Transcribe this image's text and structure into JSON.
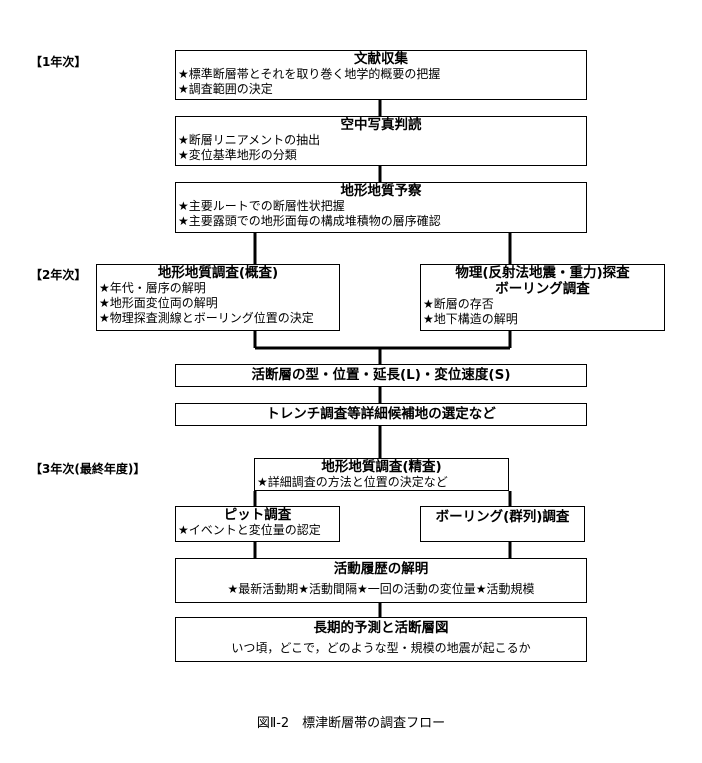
{
  "phases": {
    "year1": "【1年次】",
    "year2": "【2年次】",
    "year3": "【3年次(最終年度)】"
  },
  "boxes": {
    "literature": {
      "title": "文献収集",
      "lines": [
        "★標準断層帯とそれを取り巻く地学的概要の把握",
        "★調査範囲の決定"
      ]
    },
    "aerial": {
      "title": "空中写真判読",
      "lines": [
        "★断層リニアメントの抽出",
        "★変位基準地形の分類"
      ]
    },
    "recon": {
      "title": "地形地質予察",
      "lines": [
        "★主要ルートでの断層性状把握",
        "★主要露頭での地形面毎の構成堆積物の層序確認"
      ]
    },
    "survey_outline": {
      "title": "地形地質調査(概査)",
      "lines": [
        "★年代・層序の解明",
        "★地形面変位両の解明",
        "★物理探査測線とボーリング位置の決定"
      ]
    },
    "physical": {
      "title": "物理(反射法地震・重力)探査",
      "title2": "ボーリング調査",
      "lines": [
        "★断層の存否",
        "★地下構造の解明"
      ]
    },
    "active_fault": {
      "title": "活断層の型・位置・延長(L)・変位速度(S)"
    },
    "trench_select": {
      "title": "トレンチ調査等詳細候補地の選定など"
    },
    "survey_detail": {
      "title": "地形地質調査(精査)",
      "lines": [
        "★詳細調査の方法と位置の決定など"
      ]
    },
    "pit": {
      "title": "ピット調査",
      "lines": [
        "★イベントと変位量の認定"
      ]
    },
    "boring_group": {
      "title": "ボーリング(群列)調査"
    },
    "history": {
      "title": "活動履歴の解明",
      "lines": [
        "★最新活動期★活動間隔★一回の活動の変位量★活動規模"
      ]
    },
    "prediction": {
      "title": "長期的予測と活断層図",
      "lines": [
        "いつ頃，どこで，どのような型・規模の地震が起こるか"
      ]
    }
  },
  "caption": "図Ⅱ-2　標津断層帯の調査フロー"
}
